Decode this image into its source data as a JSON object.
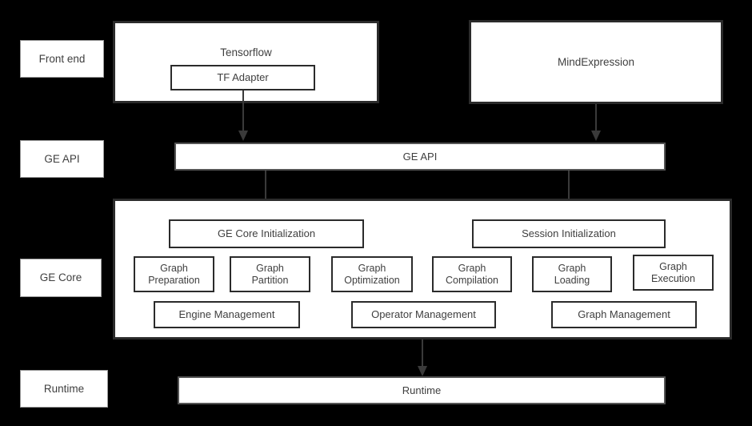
{
  "diagram": {
    "background_color": "#000000",
    "box_fill": "#ffffff",
    "stroke_color": "#3a3a3a",
    "text_color": "#3f3f3f"
  },
  "lanes": [
    {
      "id": "front-end",
      "label": "Front end"
    },
    {
      "id": "ge-api",
      "label": "GE API"
    },
    {
      "id": "ge-core",
      "label": "GE Core"
    },
    {
      "id": "runtime",
      "label": "Runtime"
    }
  ],
  "frontend": {
    "tensorflow": {
      "title": "Tensorflow",
      "child": "TF Adapter"
    },
    "mindexpression": {
      "title": "MindExpression"
    }
  },
  "ge_api_bar": {
    "label": "GE API"
  },
  "ge_core": {
    "initializers": [
      {
        "label": "GE Core Initialization"
      },
      {
        "label": "Session Initialization"
      }
    ],
    "units": [
      {
        "label": "Graph\nPreparation"
      },
      {
        "label": "Graph\nPartition"
      },
      {
        "label": "Graph\nOptimization"
      },
      {
        "label": "Graph\nCompilation"
      },
      {
        "label": "Graph\nLoading"
      },
      {
        "label": "Graph\nExecution"
      }
    ],
    "managers": [
      {
        "label": "Engine Management"
      },
      {
        "label": "Operator Management"
      },
      {
        "label": "Graph Management"
      }
    ]
  },
  "runtime_bar": {
    "label": "Runtime"
  }
}
